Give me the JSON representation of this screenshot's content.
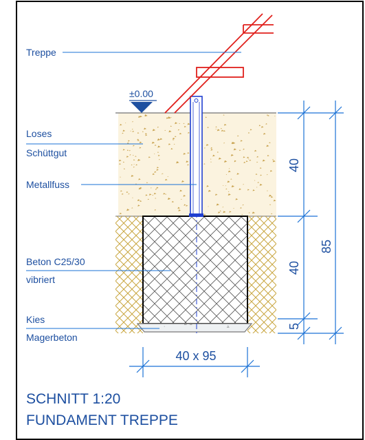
{
  "labels": {
    "stairs": "Treppe",
    "level": "±0.00",
    "loose_fill_1": "Loses",
    "loose_fill_2": "Schüttgut",
    "metal_foot": "Metallfuss",
    "concrete_1": "Beton C25/30",
    "concrete_2": "vibriert",
    "gravel_1": "Kies",
    "gravel_2": "Magerbeton"
  },
  "dimensions": {
    "upper_depth": "40",
    "lower_depth": "40",
    "total_depth": "85",
    "blinding": "5",
    "footing_size": "40 x 95"
  },
  "title": {
    "line1": "SCHNITT 1:20",
    "line2": "FUNDAMENT TREPPE"
  },
  "colors": {
    "text_blue": "#1d4fa0",
    "dim_blue": "#1a72d6",
    "stair_red": "#e0201c",
    "post_blue": "#1f3fd0",
    "soil_speckle": "#c8a24e",
    "gravel_hatch": "#c9a640",
    "concrete_hatch": "#555555",
    "frame": "#000000"
  }
}
